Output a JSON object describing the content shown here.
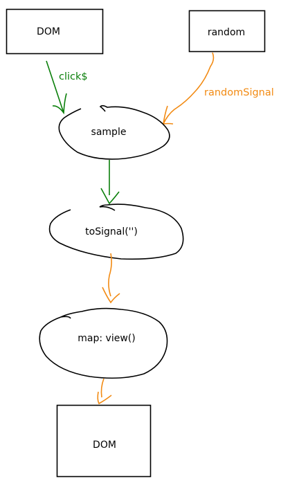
{
  "nodes": {
    "dom_source": {
      "label": "DOM"
    },
    "random_source": {
      "label": "random"
    },
    "sample": {
      "label": "sample"
    },
    "to_signal": {
      "label": "toSignal('')"
    },
    "map_view": {
      "label": "map: view()"
    },
    "dom_sink": {
      "label": "DOM"
    }
  },
  "edges": {
    "click": {
      "label": "click$",
      "color": "#0a7f0a"
    },
    "random_signal": {
      "label": "randomSignal",
      "color": "#f28a12"
    },
    "sample_to_signal": {
      "label": "",
      "color": "#0a7f0a"
    },
    "signal_to_map": {
      "label": "",
      "color": "#f28a12"
    },
    "map_to_dom": {
      "label": "",
      "color": "#f28a12"
    }
  }
}
